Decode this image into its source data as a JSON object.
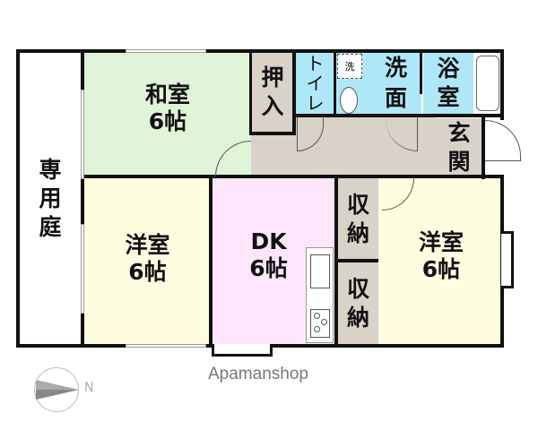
{
  "floorplan": {
    "rooms": [
      {
        "id": "garden",
        "label": "専\n用\n庭",
        "color": "#ffffff"
      },
      {
        "id": "washitsu",
        "label": "和室\n6帖",
        "color": "#dff3d8"
      },
      {
        "id": "oshiire",
        "label": "押\n入",
        "color": "#d8d2c8"
      },
      {
        "id": "toilet",
        "label": "ト\nイ\nレ",
        "color": "#aee8f8"
      },
      {
        "id": "senmen",
        "label": "洗\n面",
        "color": "#aee8f8"
      },
      {
        "id": "washer",
        "label": "洗"
      },
      {
        "id": "bath",
        "label": "浴\n室",
        "color": "#aee8f8"
      },
      {
        "id": "hall",
        "label": "",
        "color": "#d8d2c8"
      },
      {
        "id": "genkan",
        "label": "玄\n関",
        "color": "#d8d2c8"
      },
      {
        "id": "yoshitsu_left",
        "label": "洋室\n6帖",
        "color": "#fffde0"
      },
      {
        "id": "dk",
        "label": "DK\n6帖",
        "color": "#fde6fb"
      },
      {
        "id": "shuno_top",
        "label": "収\n納",
        "color": "#d8d2c8"
      },
      {
        "id": "shuno_bottom",
        "label": "収\n納",
        "color": "#d8d2c8"
      },
      {
        "id": "yoshitsu_right",
        "label": "洋室\n6帖",
        "color": "#fffde0"
      }
    ],
    "compass": {
      "direction": "N"
    },
    "brand": "Apamanshop"
  }
}
